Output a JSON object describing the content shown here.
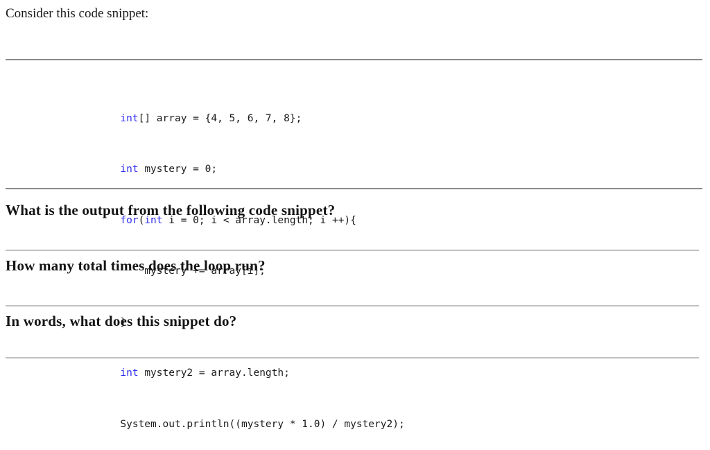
{
  "document": {
    "intro_text": "Consider this code snippet:",
    "code_keyword_color": "#2d2df0",
    "rule_color_dark": "#8a8a8a",
    "rule_color_light": "#c0c0c0",
    "code": {
      "lines": [
        {
          "id": "line-1",
          "segments": [
            {
              "text": "int",
              "kind": "keyword"
            },
            {
              "text": "[] array = {4, 5, 6, 7, 8};",
              "kind": "plain"
            }
          ],
          "plain": "int[] array = {4, 5, 6, 7, 8};"
        },
        {
          "id": "line-2",
          "segments": [
            {
              "text": "int",
              "kind": "keyword"
            },
            {
              "text": " mystery = 0;",
              "kind": "plain"
            }
          ],
          "plain": "int mystery = 0;"
        },
        {
          "id": "line-3",
          "segments": [
            {
              "text": "for",
              "kind": "keyword"
            },
            {
              "text": "(",
              "kind": "plain"
            },
            {
              "text": "int",
              "kind": "keyword"
            },
            {
              "text": " i = 0; i < array.length; i ++){",
              "kind": "plain"
            }
          ],
          "plain": "for(int i = 0; i < array.length; i ++){"
        },
        {
          "id": "line-4",
          "segments": [
            {
              "text": "    mystery += array[i];",
              "kind": "plain"
            }
          ],
          "plain": "    mystery += array[i];"
        },
        {
          "id": "line-5",
          "segments": [
            {
              "text": "}",
              "kind": "plain"
            }
          ],
          "plain": "}"
        },
        {
          "id": "line-6",
          "segments": [
            {
              "text": "int",
              "kind": "keyword"
            },
            {
              "text": " mystery2 = array.length;",
              "kind": "plain"
            }
          ],
          "plain": "int mystery2 = array.length;"
        },
        {
          "id": "line-7",
          "segments": [
            {
              "text": "System.out.println((mystery * 1.0) / mystery2);",
              "kind": "plain"
            }
          ],
          "plain": "System.out.println((mystery * 1.0) / mystery2);"
        }
      ]
    },
    "questions": [
      {
        "id": "q1",
        "text": "What is the output from the following code snippet?"
      },
      {
        "id": "q2",
        "text": "How many total times does the loop run?"
      },
      {
        "id": "q3",
        "text": "In words, what does this snippet do?"
      }
    ]
  }
}
